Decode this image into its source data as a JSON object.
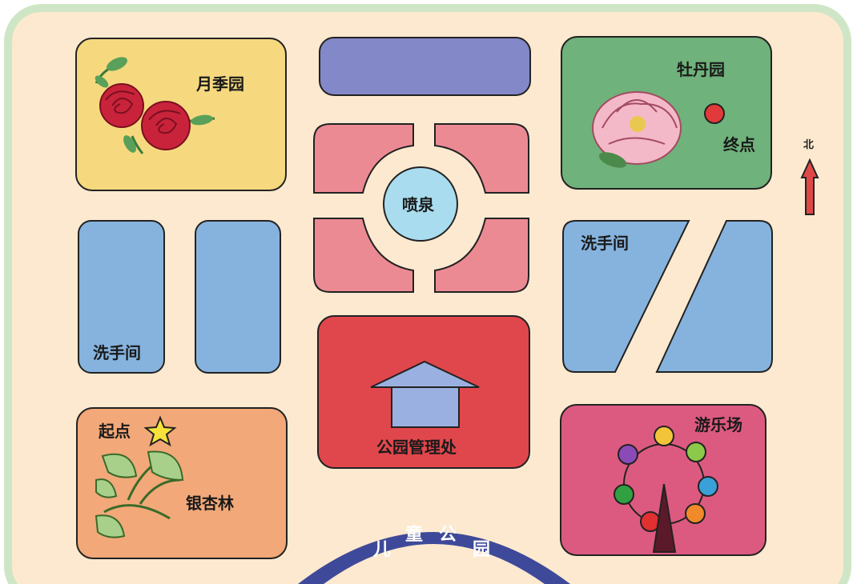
{
  "map": {
    "zones": {
      "rose_garden": "月季园",
      "peony_garden": "牡丹园",
      "fountain": "喷泉",
      "restroom_west": "洗手间",
      "restroom_east": "洗手间",
      "office": "公园管理处",
      "amusement": "游乐场",
      "ginkgo": "银杏林"
    },
    "markers": {
      "start": "起点",
      "end": "终点",
      "north": "北"
    },
    "gate": [
      "儿",
      "童",
      "公",
      "园"
    ],
    "colors": {
      "background": "#fde9cf",
      "border": "#cfe6c6",
      "rose_garden": "#f6d97e",
      "peony_garden": "#6fb27b",
      "plaza": "#ec8a93",
      "fountain": "#a9dcee",
      "restroom": "#86b3de",
      "office": "#e0474c",
      "amusement": "#dc5a80",
      "ginkgo": "#f2a878",
      "north_strip": "#8388c8",
      "gate_arch": "#3e4a99"
    }
  }
}
